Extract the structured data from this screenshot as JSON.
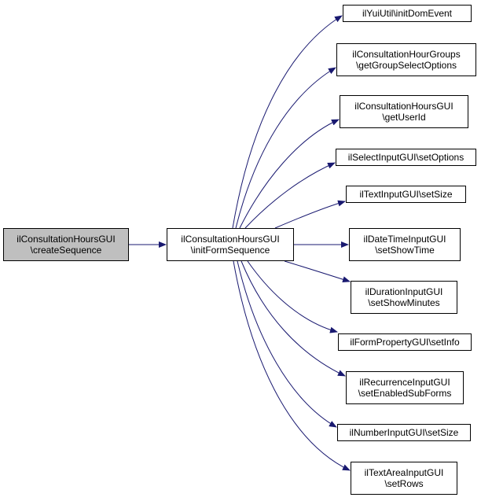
{
  "colors": {
    "edge": "#191970",
    "root_fill": "#bfbfbf",
    "node_fill": "#ffffff",
    "border": "#000000"
  },
  "nodes": {
    "root": {
      "line1": "ilConsultationHoursGUI",
      "line2": "\\createSequence"
    },
    "middle": {
      "line1": "ilConsultationHoursGUI",
      "line2": "\\initFormSequence"
    },
    "callees": [
      {
        "line1": "ilYuiUtil\\initDomEvent",
        "line2": ""
      },
      {
        "line1": "ilConsultationHourGroups",
        "line2": "\\getGroupSelectOptions"
      },
      {
        "line1": "ilConsultationHoursGUI",
        "line2": "\\getUserId"
      },
      {
        "line1": "ilSelectInputGUI\\setOptions",
        "line2": ""
      },
      {
        "line1": "ilTextInputGUI\\setSize",
        "line2": ""
      },
      {
        "line1": "ilDateTimeInputGUI",
        "line2": "\\setShowTime"
      },
      {
        "line1": "ilDurationInputGUI",
        "line2": "\\setShowMinutes"
      },
      {
        "line1": "ilFormPropertyGUI\\setInfo",
        "line2": ""
      },
      {
        "line1": "ilRecurrenceInputGUI",
        "line2": "\\setEnabledSubForms"
      },
      {
        "line1": "ilNumberInputGUI\\setSize",
        "line2": ""
      },
      {
        "line1": "ilTextAreaInputGUI",
        "line2": "\\setRows"
      }
    ]
  }
}
